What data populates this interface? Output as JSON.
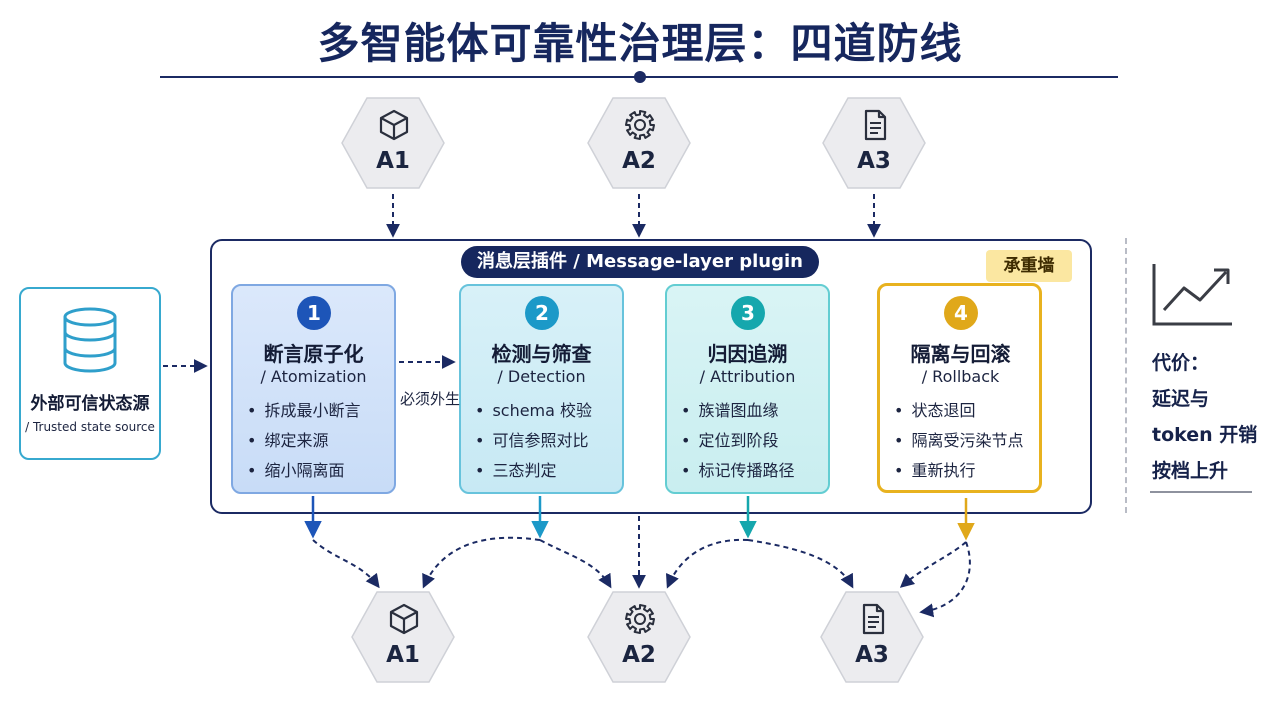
{
  "title": "多智能体可靠性治理层：四道防线",
  "agents_top": [
    {
      "label": "A1",
      "icon": "cube-icon"
    },
    {
      "label": "A2",
      "icon": "gear-icon"
    },
    {
      "label": "A3",
      "icon": "document-icon"
    }
  ],
  "agents_bottom": [
    {
      "label": "A1",
      "icon": "cube-icon"
    },
    {
      "label": "A2",
      "icon": "gear-icon"
    },
    {
      "label": "A3",
      "icon": "document-icon"
    }
  ],
  "plugin": {
    "label": "消息层插件 / Message-layer plugin",
    "wall_tag": "承重墙"
  },
  "external_source": {
    "title": "外部可信状态源",
    "subtitle": "/ Trusted state source",
    "edge_label": "必须外生"
  },
  "defenses": [
    {
      "number": "1",
      "name": "断言原子化",
      "subtitle": "/ Atomization",
      "items": [
        "拆成最小断言",
        "绑定来源",
        "缩小隔离面"
      ],
      "color": "#1d55b8"
    },
    {
      "number": "2",
      "name": "检测与筛查",
      "subtitle": "/ Detection",
      "items": [
        "schema 校验",
        "可信参照对比",
        "三态判定"
      ],
      "color": "#1c99c8"
    },
    {
      "number": "3",
      "name": "归因追溯",
      "subtitle": "/ Attribution",
      "items": [
        "族谱图血缘",
        "定位到阶段",
        "标记传播路径"
      ],
      "color": "#15a7ad"
    },
    {
      "number": "4",
      "name": "隔离与回滚",
      "subtitle": "/ Rollback",
      "items": [
        "状态退回",
        "隔离受污染节点",
        "重新执行"
      ],
      "color": "#e0a81a"
    }
  ],
  "cost": {
    "lines": [
      "代价：",
      "延迟与",
      "token 开销",
      "按档上升"
    ],
    "icon": "trend-chart-icon"
  },
  "colors": {
    "navy": "#16275e",
    "wall": "#fbe7a1",
    "source_border": "#37a9cf"
  }
}
